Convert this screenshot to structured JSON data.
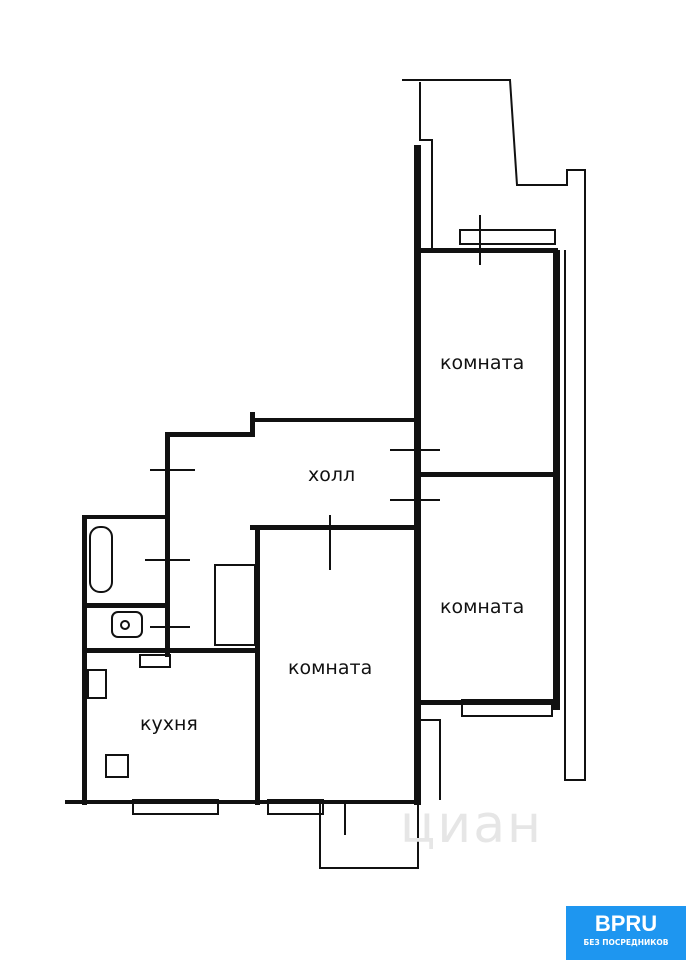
{
  "rooms": {
    "room1": "комната",
    "room2": "комната",
    "room3": "комната",
    "hall": "холл",
    "kitchen": "кухня"
  },
  "watermark": "циан",
  "logo": {
    "name": "BPRU",
    "tagline": "БЕЗ ПОСРЕДНИКОВ",
    "color": "#1e96f0"
  }
}
